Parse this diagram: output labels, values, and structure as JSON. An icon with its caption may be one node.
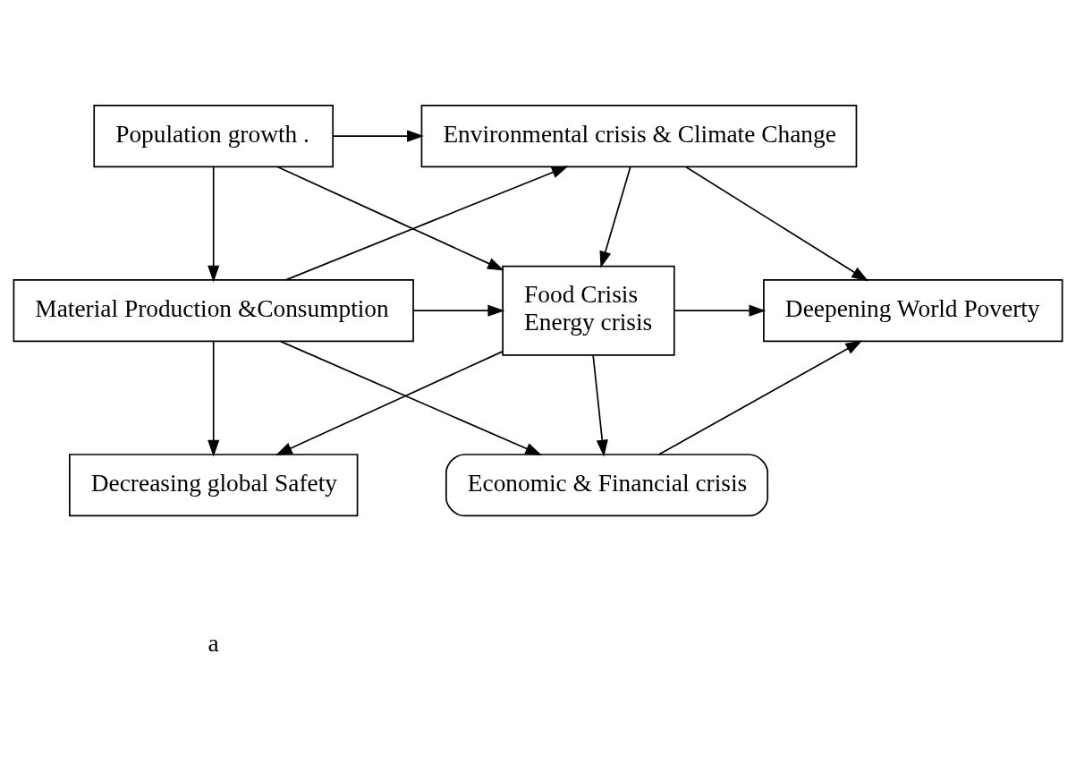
{
  "diagram": {
    "nodes": [
      {
        "text": [
          "Population growth ."
        ]
      },
      {
        "text": [
          "Environmental crisis & Climate Change"
        ]
      },
      {
        "text": [
          "Material Production &Consumption"
        ]
      },
      {
        "text": [
          "Food Crisis",
          "Energy crisis"
        ]
      },
      {
        "text": [
          "Deepening World Poverty"
        ]
      },
      {
        "text": [
          "Decreasing global Safety"
        ]
      },
      {
        "text": [
          "Economic & Financial crisis"
        ]
      }
    ],
    "edges": [
      {
        "from": 0,
        "to": 1,
        "arrow": "to"
      },
      {
        "from": 0,
        "to": 2,
        "arrow": "to"
      },
      {
        "from": 0,
        "to": 3,
        "arrow": "to"
      },
      {
        "from": 2,
        "to": 1,
        "arrow": "to"
      },
      {
        "from": 2,
        "to": 3,
        "arrow": "to"
      },
      {
        "from": 2,
        "to": 5,
        "arrow": "to"
      },
      {
        "from": 2,
        "to": 6,
        "arrow": "to"
      },
      {
        "from": 1,
        "to": 3,
        "arrow": "to"
      },
      {
        "from": 1,
        "to": 4,
        "arrow": "to"
      },
      {
        "from": 3,
        "to": 4,
        "arrow": "to"
      },
      {
        "from": 3,
        "to": 5,
        "arrow": "to"
      },
      {
        "from": 3,
        "to": 6,
        "arrow": "to"
      },
      {
        "from": 6,
        "to": 4,
        "arrow": "to"
      }
    ],
    "labels": [
      "a"
    ]
  }
}
